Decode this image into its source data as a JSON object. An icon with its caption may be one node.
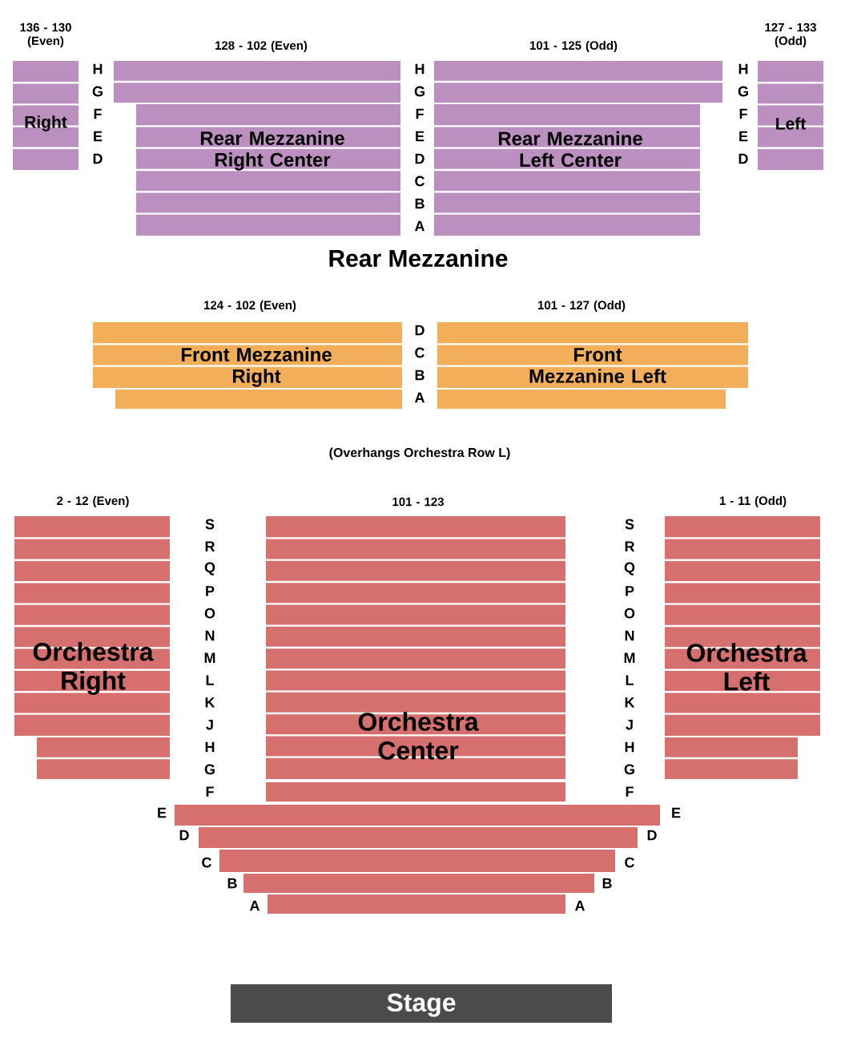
{
  "diagram": {
    "nodes": [
      {
        "text": [
          "136 - 130 (Even)",
          "Right"
        ]
      },
      {
        "text": [
          "128 - 102 (Even)",
          "Rear Mezzanine Right Center"
        ]
      },
      {
        "text": [
          "101 - 125 (Odd)",
          "Rear Mezzanine Left Center"
        ]
      },
      {
        "text": [
          "127 - 133 (Odd)",
          "Left"
        ]
      },
      {
        "text": [
          "124 - 102 (Even)",
          "Front Mezzanine Right"
        ]
      },
      {
        "text": [
          "101 - 127 (Odd)",
          "Front Mezzanine Left"
        ]
      },
      {
        "text": [
          "2 - 12 (Even)",
          "Orchestra Right"
        ]
      },
      {
        "text": [
          "101 - 123",
          "Orchestra Center"
        ]
      },
      {
        "text": [
          "1 - 11 (Odd)",
          "Orchestra Left"
        ]
      },
      {
        "text": [],
        "shape": "bar"
      },
      {
        "text": [],
        "shape": "bar"
      },
      {
        "text": [],
        "shape": "bar"
      },
      {
        "text": [],
        "shape": "bar"
      },
      {
        "text": [],
        "shape": "bar"
      },
      {
        "text": [
          "Stage"
        ]
      }
    ],
    "labels": [
      "H",
      "G",
      "F",
      "E",
      "D",
      "H",
      "G",
      "F",
      "E",
      "D",
      "C",
      "B",
      "A",
      "H",
      "G",
      "F",
      "E",
      "D",
      "Rear Mezzanine",
      "D",
      "C",
      "B",
      "A",
      "(Overhangs Orchestra Row L)",
      "S",
      "R",
      "Q",
      "P",
      "O",
      "N",
      "M",
      "L",
      "K",
      "J",
      "H",
      "G",
      "F",
      "S",
      "R",
      "Q",
      "P",
      "O",
      "N",
      "M",
      "L",
      "K",
      "J",
      "H",
      "G",
      "F",
      "E",
      "E",
      "D",
      "D",
      "C",
      "C",
      "B",
      "B",
      "A",
      "A"
    ]
  }
}
